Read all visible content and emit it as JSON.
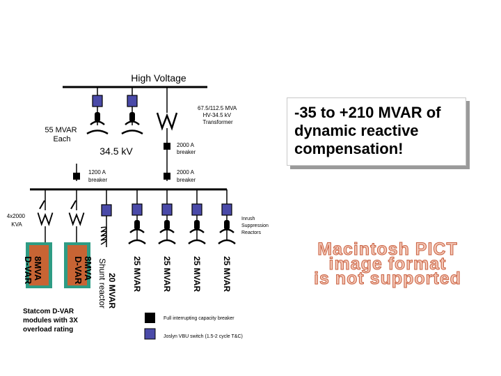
{
  "labels": {
    "high_voltage": "High Voltage",
    "transformer": [
      "67.5/112.5 MVA",
      "HV-34.5 kV",
      "Transformer"
    ],
    "breaker_2000_top": [
      "2000 A",
      "breaker"
    ],
    "breaker_2000_bottom": [
      "2000 A",
      "breaker"
    ],
    "breaker_1200": [
      "1200 A",
      "breaker"
    ],
    "bus_voltage": "34.5 kV",
    "capacitor_bank": [
      "55 MVAR",
      "Each"
    ],
    "transformers_4x": [
      "4x2000",
      "KVA"
    ],
    "inrush": [
      "Inrush",
      "Suppression",
      "Reactors"
    ],
    "statcom_desc": [
      "Statcom D-VAR",
      "modules with 3X",
      "overload rating"
    ],
    "dvar_unit": [
      "8MVA",
      "D-VAR"
    ],
    "shunt_reactor": [
      "20 MVAR",
      "Shunt reactor"
    ],
    "cap_25": "25 MVAR"
  },
  "legend": {
    "full_breaker": "Full interrupting capacity breaker",
    "joslyn_switch": "Joslyn VBU switch (1.5-2 cycle T&C)"
  },
  "callout": {
    "text": "-35 to +210 MVAR of dynamic reactive compensation!"
  },
  "pict_notice": [
    "Macintosh PICT",
    "image format",
    "is not supported"
  ],
  "colors": {
    "joslyn_switch": "#4a4aa8",
    "breaker": "#000000",
    "dvar_fill": "#c86434",
    "dvar_outer": "#2e9c84",
    "pict_text": "#c96040"
  }
}
